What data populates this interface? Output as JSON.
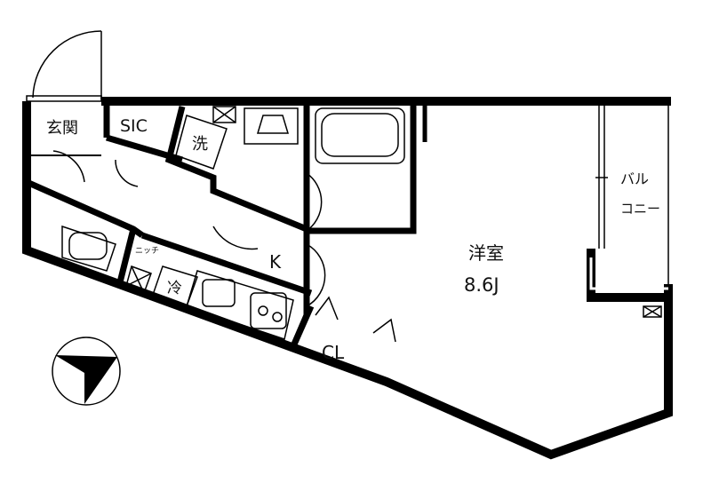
{
  "rooms": {
    "entrance": "玄関",
    "sic": "SIC",
    "washer": "洗",
    "kitchen": "K",
    "niche": "ニッチ",
    "fridge": "冷",
    "western_room": "洋室",
    "western_room_size": "8.6J",
    "closet": "CL",
    "balcony_line1": "バル",
    "balcony_line2": "コニー"
  },
  "colors": {
    "wall": "#000000",
    "background": "#ffffff"
  }
}
